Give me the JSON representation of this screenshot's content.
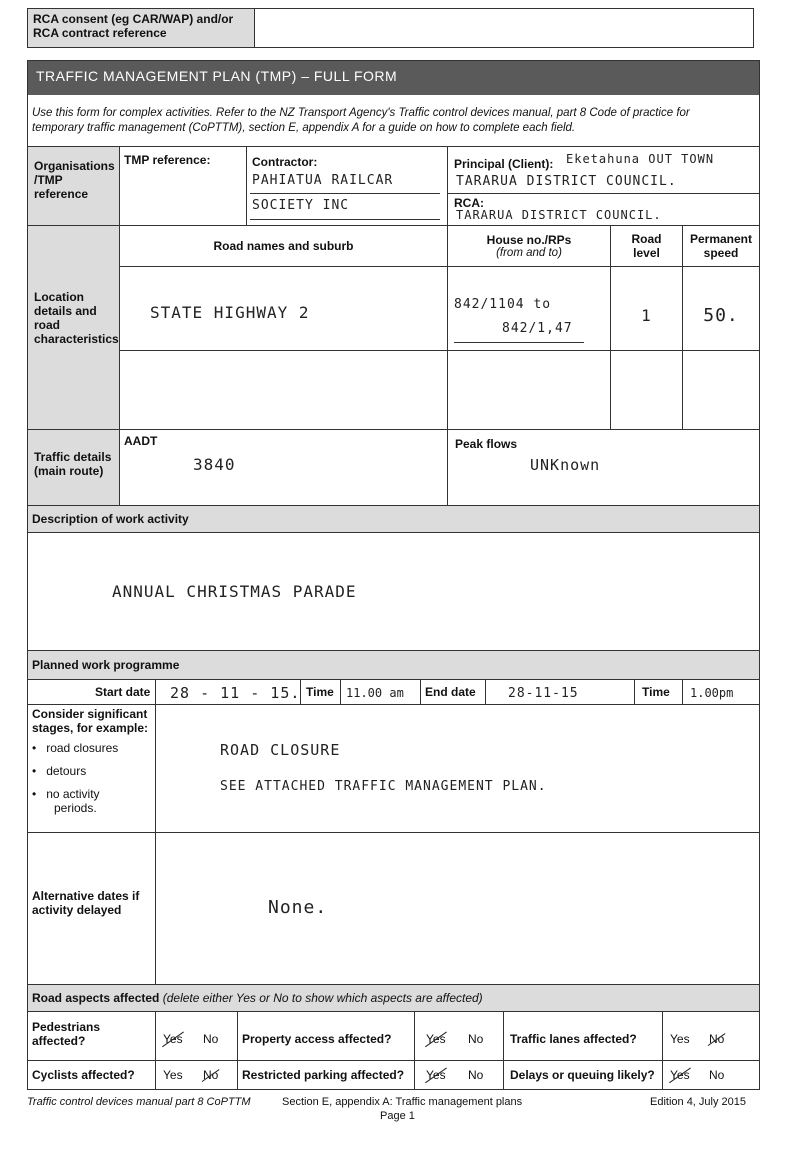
{
  "top": {
    "consent_label_line1": "RCA consent (eg CAR/WAP) and/or",
    "consent_label_line2": "RCA contract reference"
  },
  "title": "TRAFFIC MANAGEMENT PLAN (TMP) – FULL FORM",
  "intro_line1": "Use this form for complex activities. Refer to the NZ Transport Agency's Traffic control devices manual, part 8 Code of practice for",
  "intro_line2": "temporary traffic management (CoPTTM), section E, appendix A for a guide on how to complete each field.",
  "org": {
    "label_line1": "Organisations",
    "label_line2": "/TMP",
    "label_line3": "reference",
    "tmp_ref_label": "TMP reference:",
    "contractor_label": "Contractor:",
    "contractor_line1": "PAHIATUA RAILCAR",
    "contractor_line2": "SOCIETY   INC",
    "principal_label": "Principal (Client):",
    "principal_line1": "Eketahuna OUT TOWN",
    "principal_line2": "TARARUA DISTRICT COUNCIL.",
    "rca_label": "RCA:",
    "rca_value": "TARARUA DISTRICT COUNCIL."
  },
  "location": {
    "label_line1": "Location",
    "label_line2": "details and",
    "label_line3": "road",
    "label_line4": "characteristics",
    "road_names_header": "Road names and suburb",
    "house_header_line1": "House no./RPs",
    "house_header_line2": "(from and to)",
    "road_level_line1": "Road",
    "road_level_line2": "level",
    "speed_line1": "Permanent",
    "speed_line2": "speed",
    "road_name": "STATE  HIGHWAY  2",
    "rp_from": "842/1104  to",
    "rp_to": "842/1,47",
    "road_level": "1",
    "speed": "50."
  },
  "traffic": {
    "label_line1": "Traffic details",
    "label_line2": "(main route)",
    "aadt_label": "AADT",
    "aadt_value": "3840",
    "peak_label": "Peak flows",
    "peak_value": "UNKnown"
  },
  "description": {
    "header": "Description of work activity",
    "value": "ANNUAL   CHRISTMAS   PARADE"
  },
  "programme": {
    "header": "Planned work programme",
    "start_label": "Start date",
    "start_value": "28 - 11 - 15.",
    "time_label": "Time",
    "start_time": "11.00 am",
    "end_label": "End date",
    "end_value": "28-11-15",
    "time_label2": "Time",
    "end_time": "1.00pm",
    "stages_label_line1": "Consider significant",
    "stages_label_line2": "stages, for example:",
    "bullet1": "road closures",
    "bullet2": "detours",
    "bullet3_line1": "no activity",
    "bullet3_line2": "periods.",
    "stages_line1": "ROAD   CLOSURE",
    "stages_line2": "SEE  ATTACHED   TRAFFIC  MANAGEMENT  PLAN.",
    "alt_label_line1": "Alternative dates if",
    "alt_label_line2": "activity delayed",
    "alt_value": "None."
  },
  "aspects": {
    "header_bold": "Road aspects affected",
    "header_italic": " (delete either Yes or No to show which aspects are affected)",
    "ped_label_line1": "Pedestrians",
    "ped_label_line2": "affected?",
    "cyc_label": "Cyclists affected?",
    "prop_label": "Property access affected?",
    "park_label": "Restricted parking affected?",
    "lanes_label": "Traffic lanes affected?",
    "delays_label": "Delays or queuing likely?",
    "yes": "Yes",
    "no": "No"
  },
  "footer": {
    "left": "Traffic control devices manual part 8 CoPTTM",
    "mid": "Section E, appendix A: Traffic management plans",
    "page": "Page 1",
    "right": "Edition 4, July 2015"
  }
}
